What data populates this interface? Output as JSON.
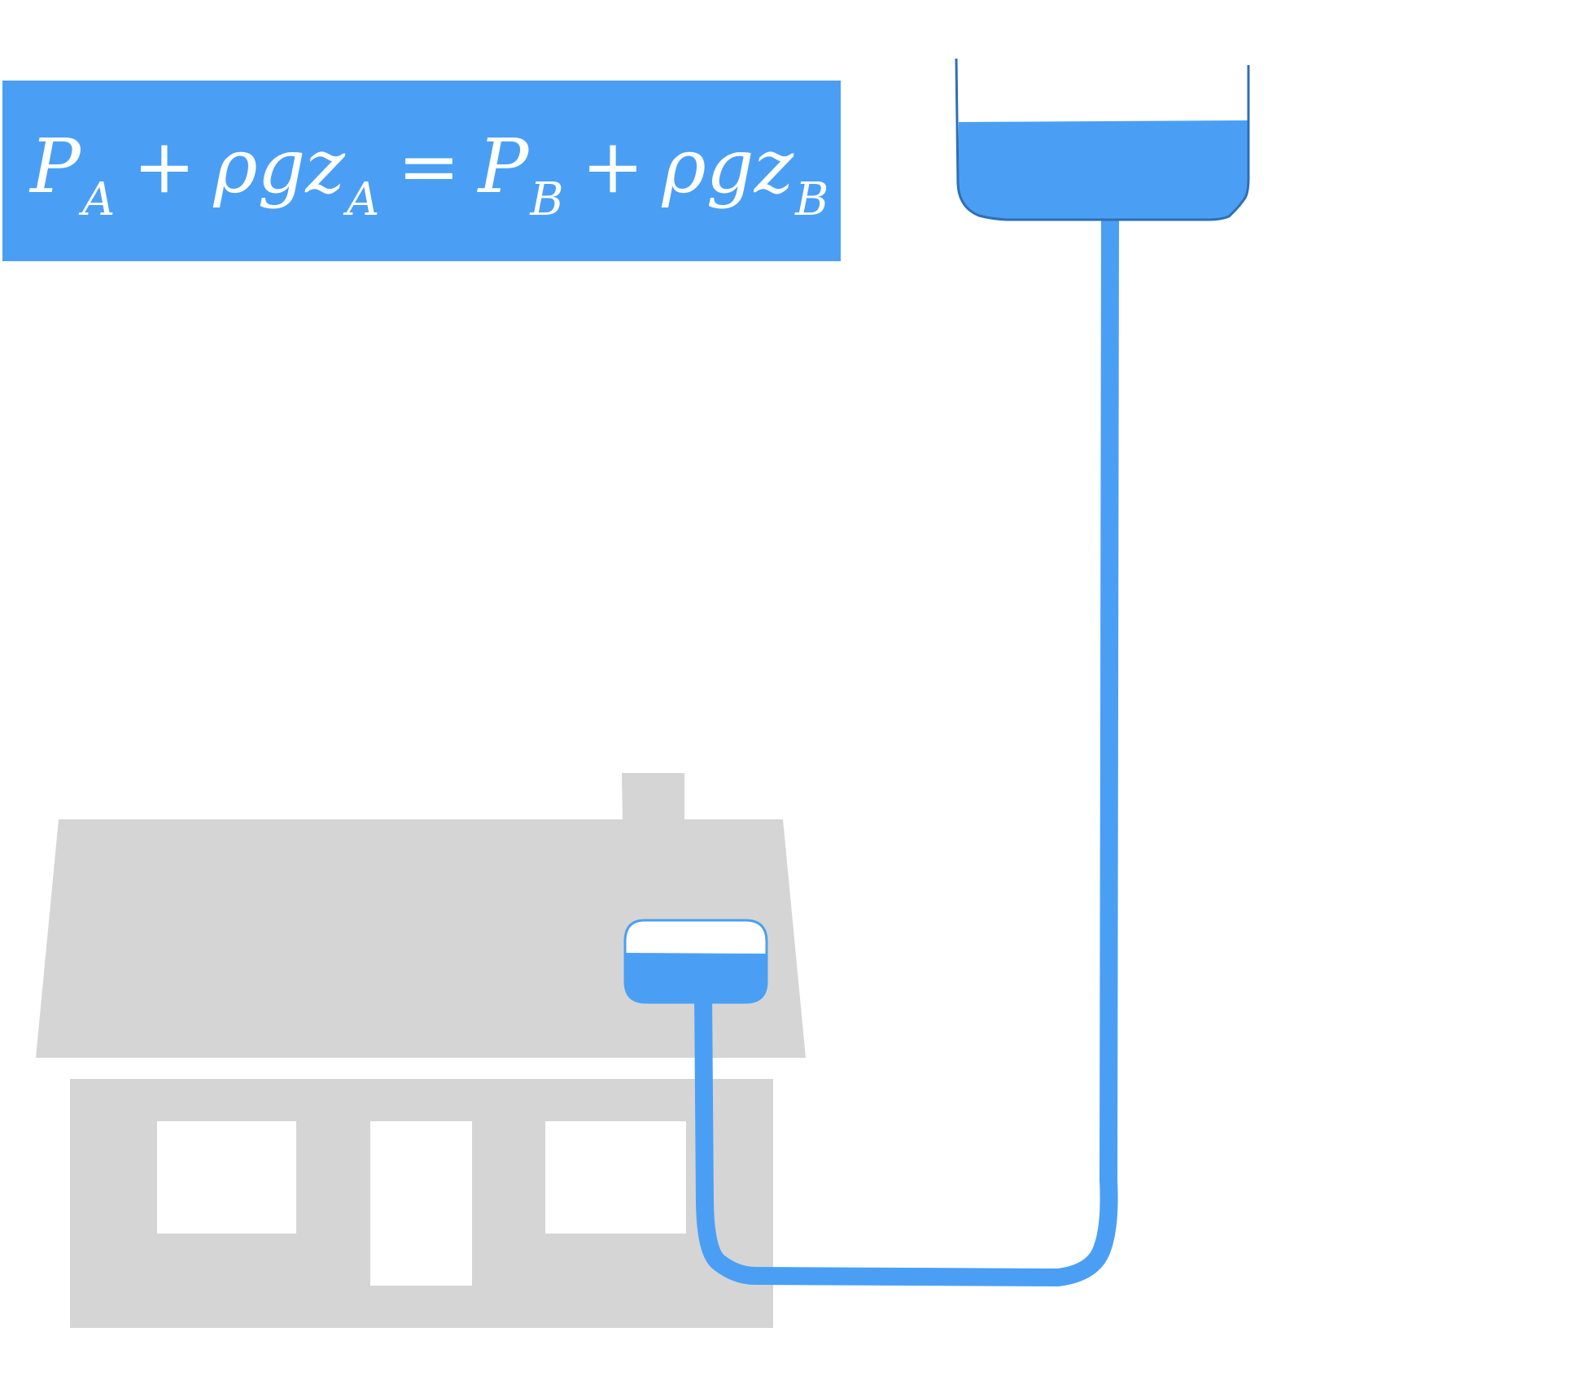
{
  "equation": {
    "lhs": {
      "p_symbol": "P",
      "p_sub": "A",
      "plus": "+",
      "rho_g_z": "ρgz",
      "z_sub": "A"
    },
    "equals": "=",
    "rhs": {
      "p_symbol": "P",
      "p_sub": "B",
      "plus": "+",
      "rho_g_z": "ρgz",
      "z_sub": "B"
    }
  },
  "colors": {
    "banner": "#4a9ff5",
    "water": "#4a9ff5",
    "tank_outline": "#2f6fb3",
    "house": "#d5d5d5",
    "window": "#ffffff",
    "background": "#ffffff"
  },
  "scene": {
    "elements": [
      "equation-banner",
      "elevated-water-tank",
      "supply-pipe",
      "house",
      "house-water-tank"
    ]
  }
}
